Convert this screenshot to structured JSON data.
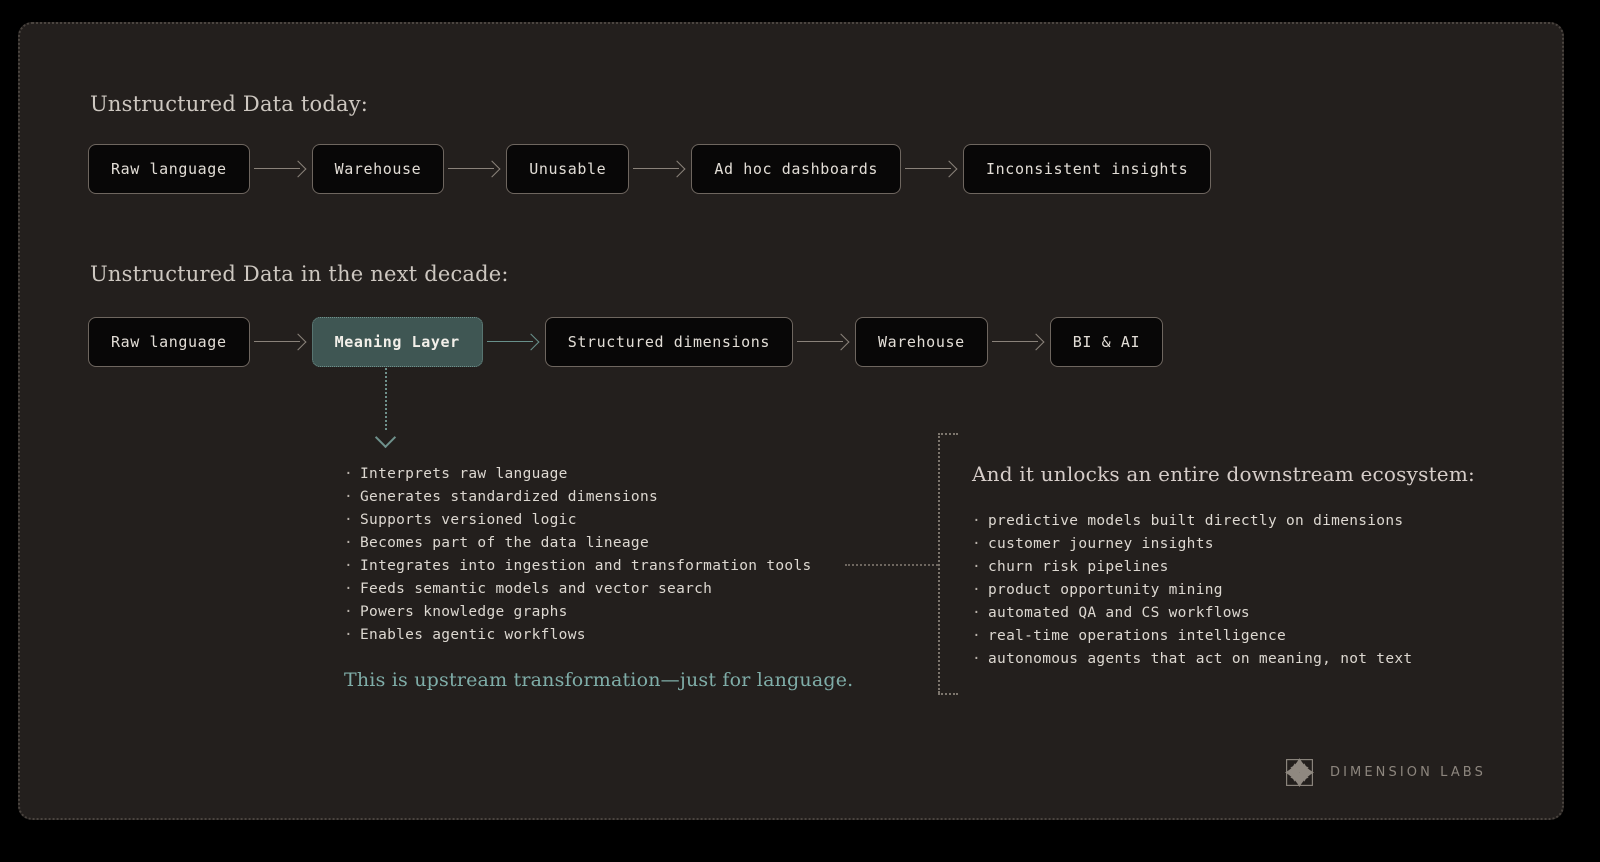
{
  "sections": {
    "today": {
      "heading": "Unstructured Data today:",
      "nodes": [
        {
          "label": "Raw language"
        },
        {
          "label": "Warehouse"
        },
        {
          "label": "Unusable"
        },
        {
          "label": "Ad hoc dashboards"
        },
        {
          "label": "Inconsistent insights"
        }
      ]
    },
    "future": {
      "heading": "Unstructured Data in the next decade:",
      "nodes": [
        {
          "label": "Raw language"
        },
        {
          "label": "Meaning Layer"
        },
        {
          "label": "Structured dimensions"
        },
        {
          "label": "Warehouse"
        },
        {
          "label": "BI & AI"
        }
      ]
    }
  },
  "meaning_layer_details": {
    "bullet_char": "·",
    "items": [
      "Interprets raw language",
      "Generates standardized dimensions",
      "Supports versioned logic",
      "Becomes part of the data lineage",
      "Integrates into ingestion and transformation tools",
      "Feeds semantic models and vector search",
      "Powers knowledge graphs",
      "Enables agentic workflows"
    ],
    "note": "This is upstream transformation—just for language."
  },
  "downstream": {
    "heading": "And it unlocks an entire downstream ecosystem:",
    "bullet_char": "·",
    "items": [
      "predictive models built directly on dimensions",
      "customer journey insights",
      "churn risk pipelines",
      "product opportunity mining",
      "automated QA and CS workflows",
      "real-time operations intelligence",
      "autonomous agents that act on meaning, not text"
    ]
  },
  "brand": {
    "name": "DIMENSION LABS"
  },
  "colors": {
    "background": "#000000",
    "panel": "#231f1d",
    "node_fill": "#080707",
    "node_border": "#6e665f",
    "highlight_fill": "#3f5653",
    "highlight_border": "#6f918c",
    "accent_teal": "#7fada8",
    "text_primary": "#e2ddd6",
    "text_heading": "#cdc7c0",
    "brand_text": "#8d867e"
  }
}
